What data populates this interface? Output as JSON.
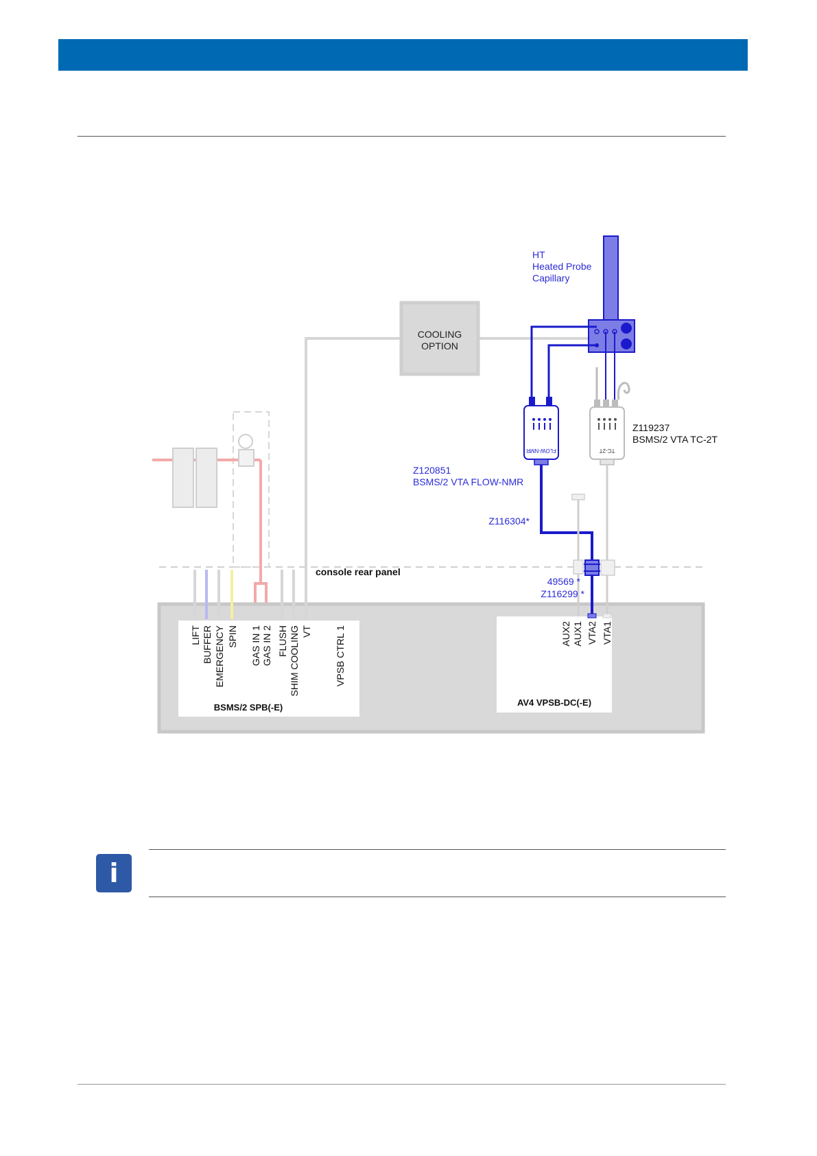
{
  "colors": {
    "header": "#0069b4",
    "blue_line": "#1a1acc",
    "blue_label": "#2b2bd6",
    "gray_line": "#cfcfcf",
    "panel_fill": "#d9d9d9",
    "faded_red": "#f4a9a9"
  },
  "icons": {
    "info": "info-icon"
  },
  "diagram": {
    "ht_label": [
      "HT",
      "Heated Probe",
      "Capillary"
    ],
    "cooling_option": [
      "COOLING",
      "OPTION"
    ],
    "flow_nmr_part": "Z120851",
    "flow_nmr_name": "BSMS/2 VTA FLOW-NMR",
    "flow_nmr_device": "FLOW-NMR",
    "tc2t_part": "Z119237",
    "tc2t_name": "BSMS/2 VTA TC-2T",
    "tc2t_device": "TC-2T",
    "cable_z116304": "Z116304*",
    "console_rear_panel": "console rear panel",
    "cable_49569": "49569 *",
    "cable_z116299": "Z116299 *",
    "spb_connectors": [
      "LIFT",
      "BUFFER",
      "EMERGENCY",
      "SPIN",
      "GAS IN 1",
      "GAS IN 2",
      "FLUSH",
      "SHIM COOLING",
      "VT",
      "VPSB CTRL 1"
    ],
    "spb_title": "BSMS/2 SPB(-E)",
    "vpsb_connectors": [
      "AUX2",
      "AUX1",
      "VTA2",
      "VTA1"
    ],
    "vpsb_title": "AV4 VPSB-DC(-E)"
  }
}
